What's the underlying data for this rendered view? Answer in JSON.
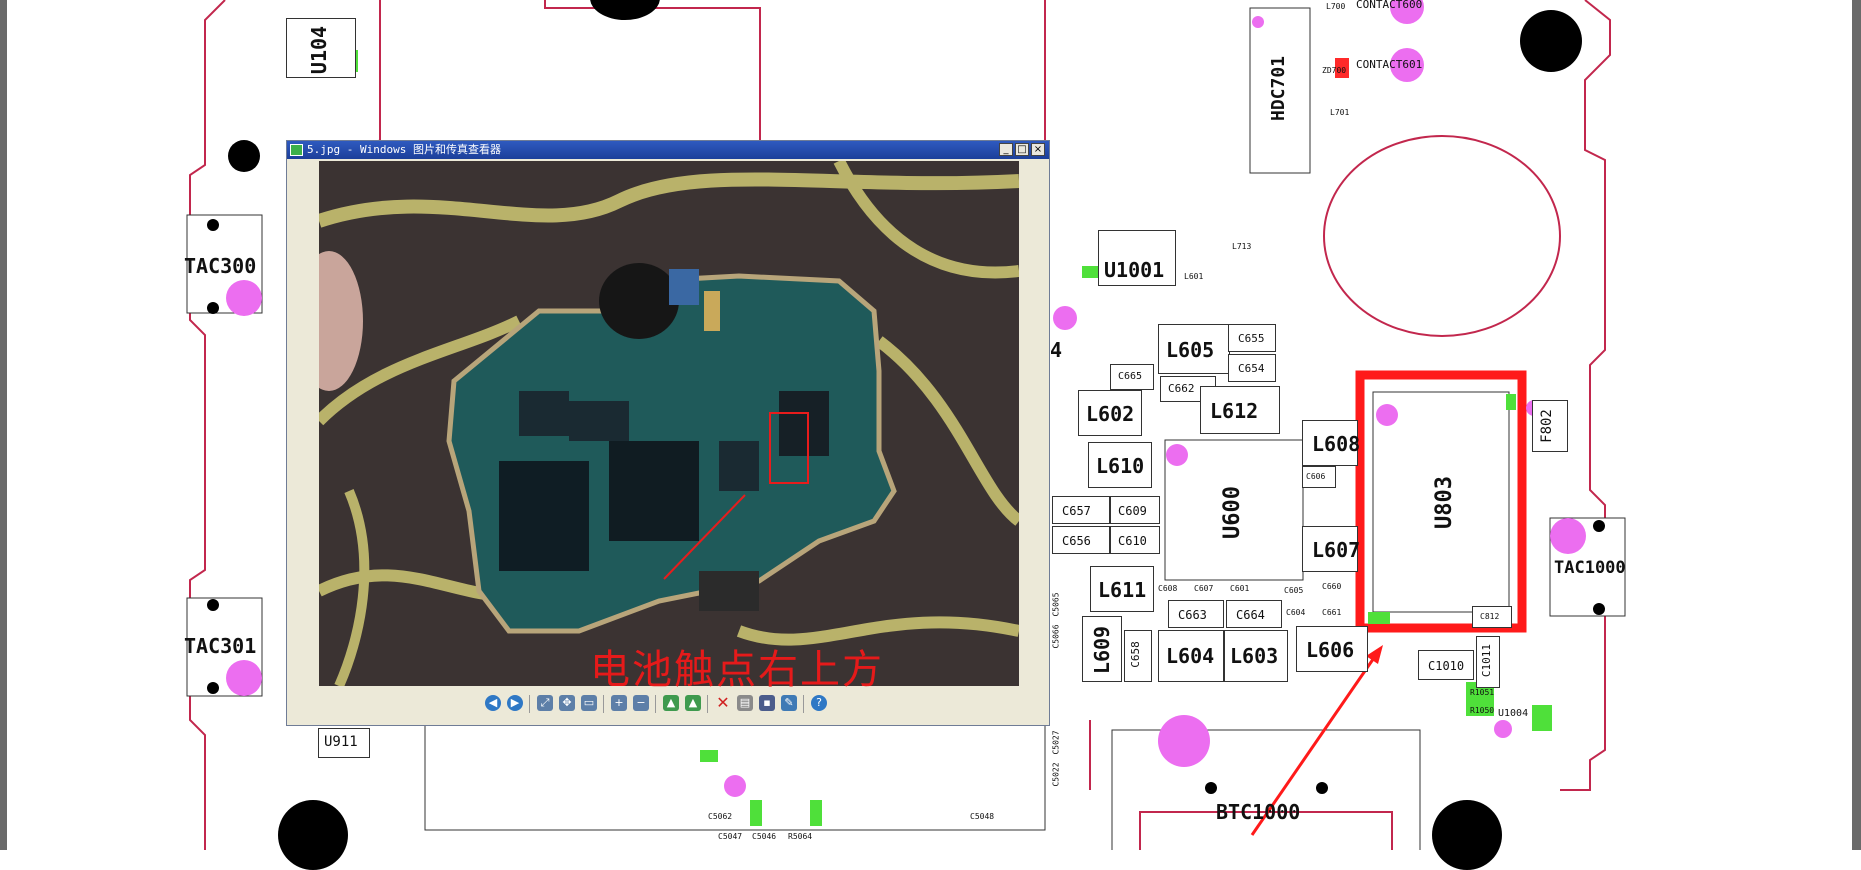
{
  "board": {
    "labels": {
      "U104": "U104",
      "TAC300": "TAC300",
      "TAC301": "TAC301",
      "U911": "U911",
      "HDC701": "HDC701",
      "CONTACT600": "CONTACT600",
      "CONTACT601": "CONTACT601",
      "ZD700": "ZD700",
      "L700": "L700",
      "L701": "L701",
      "U1001": "U1001",
      "L713": "L713",
      "L601": "L601",
      "L605": "L605",
      "C655": "C655",
      "C654": "C654",
      "C665": "C665",
      "C662": "C662",
      "L602": "L602",
      "L612": "L612",
      "L608": "L608",
      "L610": "L610",
      "U600": "U600",
      "U803": "U803",
      "F802": "F802",
      "TAC1000": "TAC1000",
      "C657": "C657",
      "C609": "C609",
      "C656": "C656",
      "C610": "C610",
      "C606": "C606",
      "L607": "L607",
      "L611": "L611",
      "C608": "C608",
      "C607": "C607",
      "C601": "C601",
      "C605": "C605",
      "C660": "C660",
      "C663": "C663",
      "C664": "C664",
      "C604": "C604",
      "C661": "C661",
      "C812": "C812",
      "L609": "L609",
      "C658": "C658",
      "L604": "L604",
      "L603": "L603",
      "L606": "L606",
      "C1010": "C1010",
      "C1011": "C1011",
      "U1004": "U1004",
      "R1051": "R1051",
      "R1050": "R1050",
      "BTC1000": "BTC1000",
      "C5047": "C5047",
      "C5046": "C5046",
      "R5064": "R5064",
      "C5048": "C5048",
      "C5062": "C5062",
      "C5027": "C5027",
      "C5022": "C5022",
      "C5066": "C5066",
      "C5065": "C5065",
      "left_partial": "4"
    }
  },
  "viewer": {
    "title": "5.jpg - Windows 图片和传真查看器",
    "buttons": {
      "minimize": "_",
      "maximize": "□",
      "close": "×"
    },
    "annotation_caption": "电池触点右上方"
  },
  "colors": {
    "highlight_red": "#ff1a1a",
    "pad_magenta": "#ec6ef0",
    "pad_green": "#4fe03a",
    "outline": "#c2274d",
    "title_blue": "#1f47a8"
  },
  "toolbar_icons": [
    "prev-image-icon",
    "next-image-icon",
    "best-fit-icon",
    "actual-size-icon",
    "slideshow-icon",
    "zoom-in-icon",
    "zoom-out-icon",
    "rotate-clockwise-icon",
    "rotate-counterclockwise-icon",
    "delete-icon",
    "print-icon",
    "save-icon",
    "edit-icon",
    "help-icon"
  ]
}
